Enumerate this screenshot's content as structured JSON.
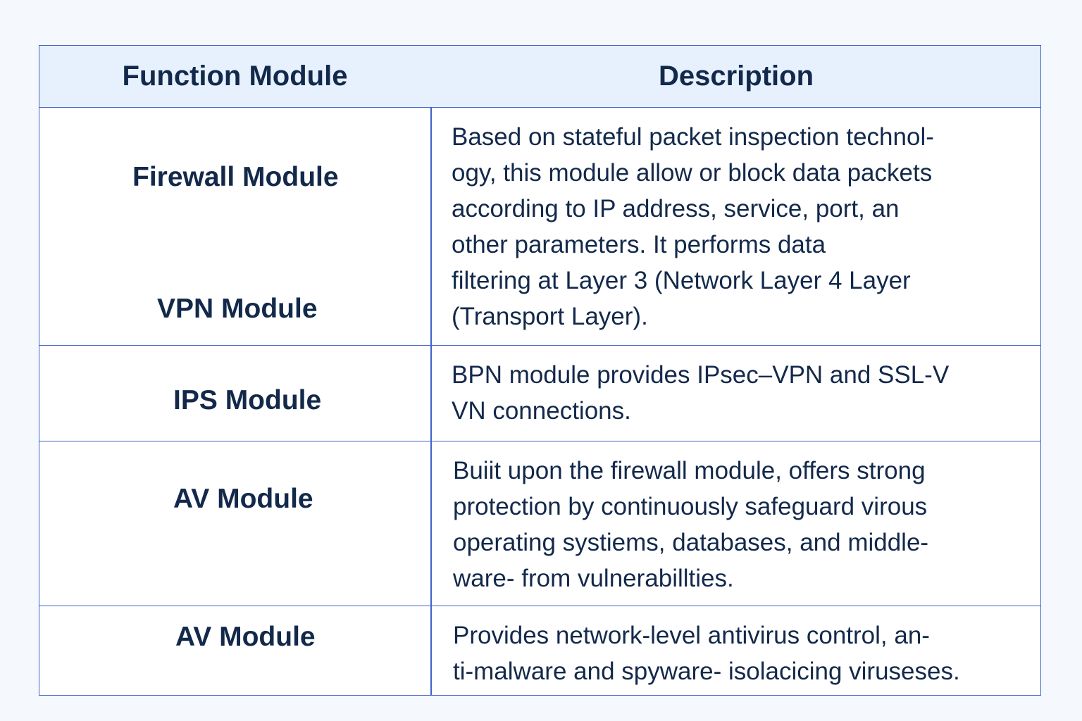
{
  "table": {
    "headers": {
      "module": "Function Module",
      "description": "Description"
    },
    "rows": [
      {
        "modules": [
          "Firewall Module",
          "VPN Module"
        ],
        "description": "Based on stateful packet inspection technol-\nogy, this module allow or block data packets\naccording to IP address, service, port, an\nother parameters. It performs data\nfiltering at Layer 3 (Network Layer 4 Layer\n(Transport Layer)."
      },
      {
        "modules": [
          "IPS Module"
        ],
        "description": "BPN module provides IPsec–VPN and SSL-V\nVN connections."
      },
      {
        "modules": [
          "AV Module"
        ],
        "description": "Buiit upon the firewall module, offers strong\nprotection by continuously safeguard virous\noperating systiems, databases, and middle-\nware- from vulnerabillties."
      },
      {
        "modules": [
          "AV Module"
        ],
        "description": "Provides network-level antivirus control, an-\nti-malware and spyware- isolacicing viruseses."
      }
    ]
  }
}
